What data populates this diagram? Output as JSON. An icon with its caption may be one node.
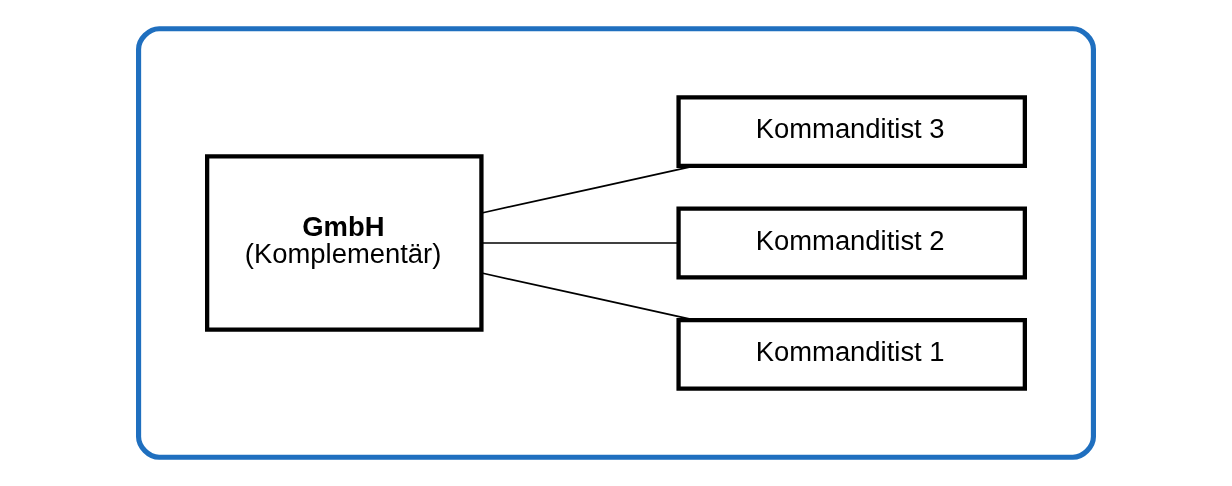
{
  "diagram": {
    "nodes": [
      {
        "text": [],
        "shape": "ellipse"
      },
      {
        "text": [
          "GmbH",
          "(Komplementär)"
        ],
        "in": 0
      },
      {
        "text": [
          "Kommanditist 1"
        ],
        "in": 0
      },
      {
        "text": [
          "Kommanditist 2"
        ],
        "in": 0
      },
      {
        "text": [
          "Kommanditist 3"
        ],
        "in": 0
      }
    ],
    "edges": [
      {
        "from": 1,
        "to": 2,
        "arrow": "none"
      },
      {
        "from": 1,
        "to": 3,
        "arrow": "none"
      },
      {
        "from": 1,
        "to": 4,
        "arrow": "none"
      }
    ]
  }
}
